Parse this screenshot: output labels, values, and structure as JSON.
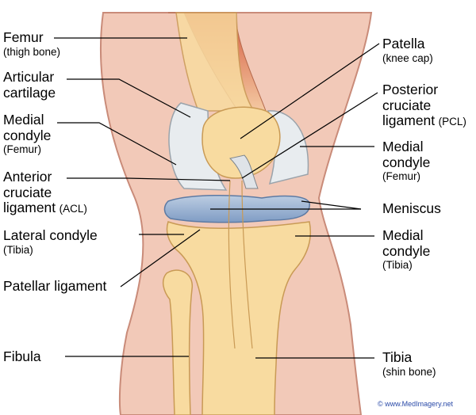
{
  "labels": {
    "femur": {
      "main": "Femur",
      "sub": "(thigh bone)"
    },
    "articular": {
      "line1": "Articular",
      "line2": "cartilage"
    },
    "medial_condyle_left": {
      "line1": "Medial",
      "line2": "condyle",
      "sub": "(Femur)"
    },
    "acl": {
      "line1": "Anterior",
      "line2": "cruciate",
      "line3": "ligament",
      "abbr": "(ACL)"
    },
    "lateral_condyle": {
      "main": "Lateral condyle",
      "sub": "(Tibia)"
    },
    "patellar_ligament": {
      "main": "Patellar ligament"
    },
    "fibula": {
      "main": "Fibula"
    },
    "patella": {
      "main": "Patella",
      "sub": "(knee cap)"
    },
    "pcl": {
      "line1": "Posterior",
      "line2": "cruciate",
      "line3": "ligament",
      "abbr": "(PCL)"
    },
    "medial_condyle_femur_right": {
      "line1": "Medial",
      "line2": "condyle",
      "sub": "(Femur)"
    },
    "meniscus": {
      "main": "Meniscus"
    },
    "medial_condyle_tibia_right": {
      "line1": "Medial",
      "line2": "condyle",
      "sub": "(Tibia)"
    },
    "tibia": {
      "main": "Tibia",
      "sub": "(shin bone)"
    }
  },
  "credit": "www.MedImagery.net",
  "colors": {
    "skin": "#f2c9b8",
    "skin_edge": "#c98b79",
    "bone": "#f8dba0",
    "bone_edge": "#c99a55",
    "cartilage": "#e8ecef",
    "meniscus": "#9fb4d0",
    "muscle": "#d9735a"
  }
}
